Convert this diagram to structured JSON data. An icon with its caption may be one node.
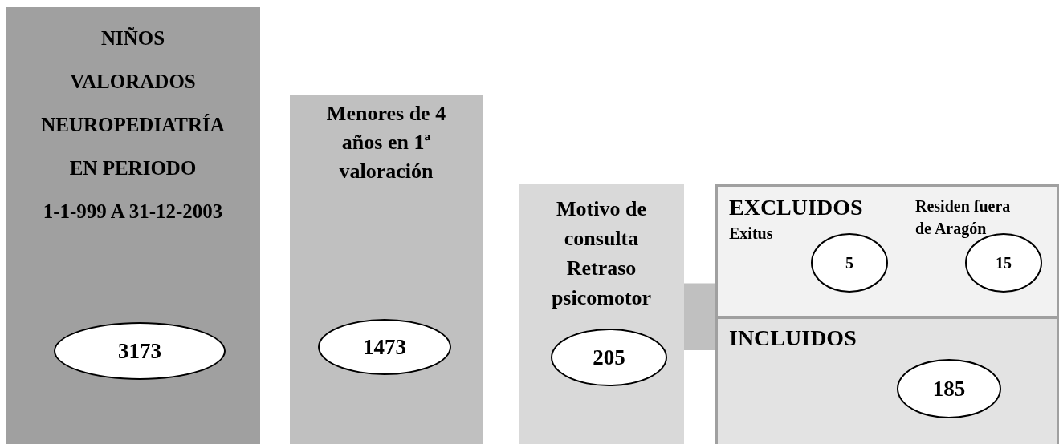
{
  "diagram": {
    "nodes": [
      {
        "text": [
          "NIÑOS",
          "VALORADOS",
          "NEUROPEDIATRÍA",
          "EN PERIODO",
          "1-1-999 A 31-12-2003"
        ]
      },
      {
        "text": [
          "3173"
        ],
        "in": 0
      },
      {
        "text": [
          "Menores de 4 años en 1ª valoración"
        ]
      },
      {
        "text": [
          "1473"
        ],
        "in": 2
      },
      {
        "text": [
          "Motivo de consulta Retraso psicomotor"
        ]
      },
      {
        "text": [
          "205"
        ],
        "in": 4
      },
      {
        "text": [
          "EXCLUIDOS",
          "Exitus",
          "Residen fuera de Aragón"
        ]
      },
      {
        "text": [
          "5"
        ],
        "in": 6
      },
      {
        "text": [
          "15"
        ],
        "in": 6
      },
      {
        "text": [
          "INCLUIDOS"
        ]
      },
      {
        "text": [
          "185"
        ],
        "in": 9
      }
    ],
    "edges": [
      {
        "from": 4,
        "to": 6,
        "arrow": "none",
        "color": "#c0c0c0"
      },
      {
        "from": 4,
        "to": 9,
        "arrow": "none",
        "color": "#c0c0c0"
      }
    ]
  }
}
